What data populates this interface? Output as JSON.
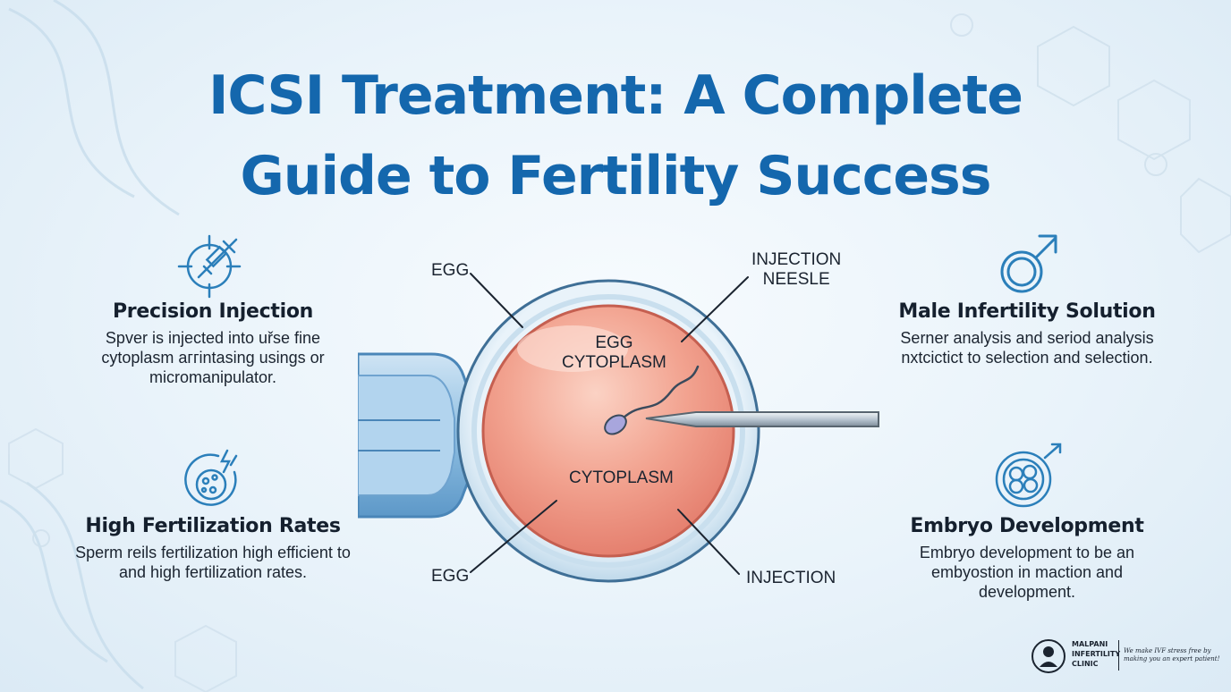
{
  "title": {
    "line1": "ICSI Treatment: A Complete",
    "line2": "Guide to Fertility Success"
  },
  "features": {
    "precision": {
      "heading": "Precision Injection",
      "text": "Spver is injected into uřse fine cytoplasm aггіntasing usings or micromanipulator.",
      "icon": "syringe-target-icon"
    },
    "fertilization": {
      "heading": "High Fertilization Rates",
      "text": "Sperm reils fertilization high efficient to and high fertilization rates.",
      "icon": "fertilization-cell-icon"
    },
    "male": {
      "heading": "Male Infertility Solution",
      "text": "Serner analysis and seriod analysis nхtcictict to selection and selection.",
      "icon": "male-symbol-icon"
    },
    "embryo": {
      "heading": "Embryo Development",
      "text": "Embryo development to be an embyostion in maction and development.",
      "icon": "embryo-icon"
    }
  },
  "diagram": {
    "label_egg_top": "EGG",
    "label_needle": "INJECTION\nNEESLE",
    "label_egg_cytoplasm": "EGG\nCYTOPLASM",
    "label_cytoplasm": "CYTOPLASM",
    "label_egg_bottom": "EGG",
    "label_injection": "INJECTION"
  },
  "logo": {
    "name": "MALPANI INFERTILITY CLINIC",
    "tagline": "We make IVF stress free by making you an expert patient!"
  },
  "colors": {
    "title": "#1467ad",
    "icon": "#2b7fba",
    "egg": "#ee8f7e",
    "zona": "#d9ebf6",
    "pipette": "#7fb3dd"
  }
}
